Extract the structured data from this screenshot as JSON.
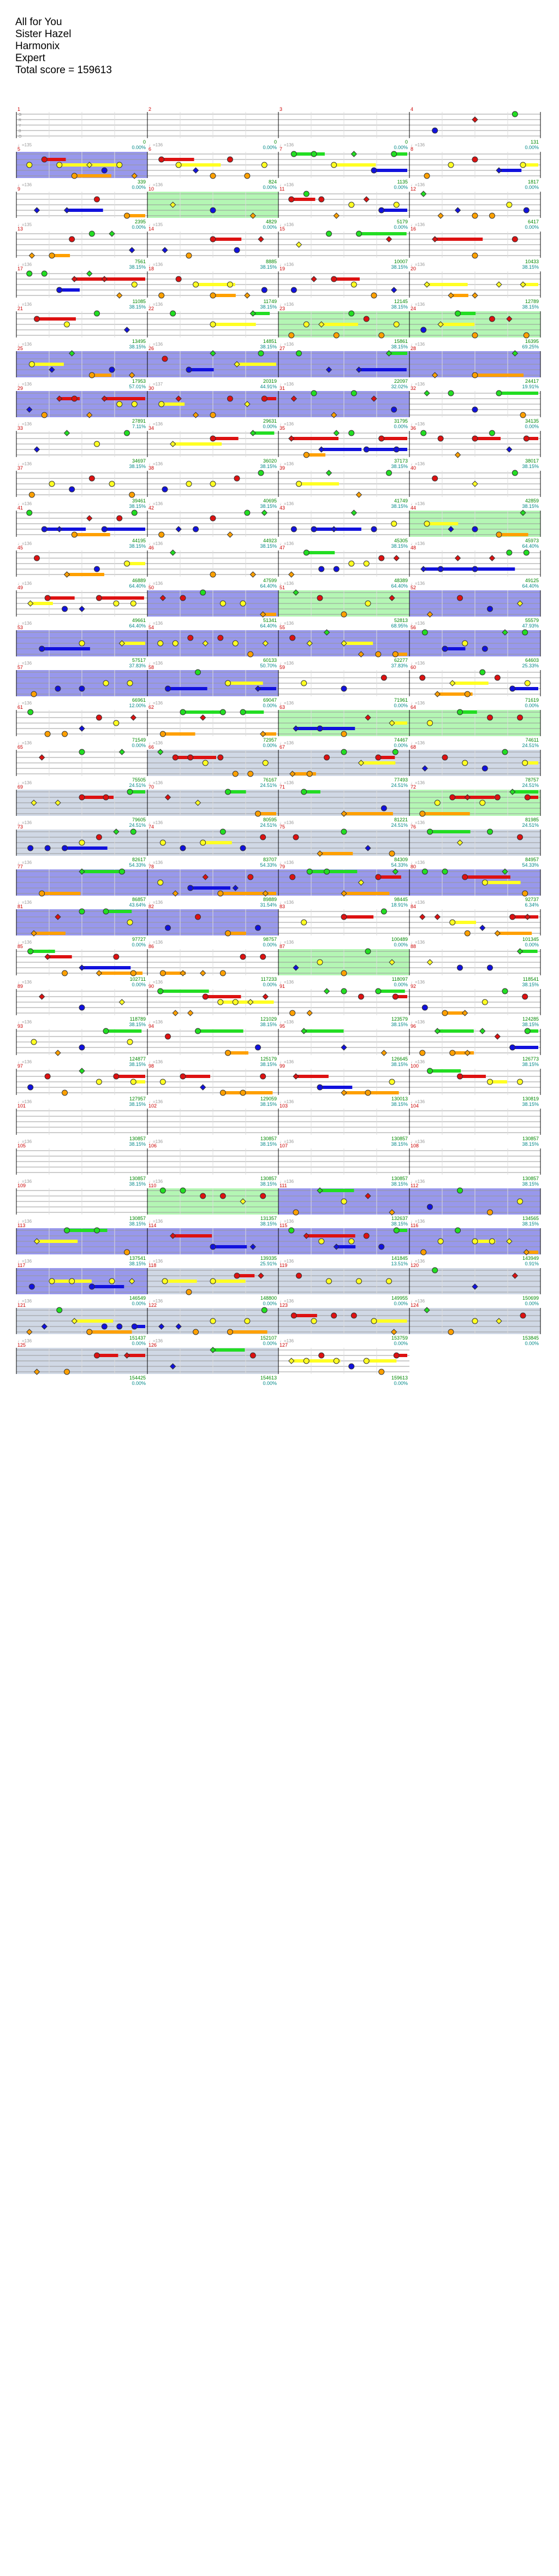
{
  "header": {
    "song_title": "All for You",
    "artist": "Sister Hazel",
    "charter": "Harmonix",
    "difficulty": "Expert",
    "total_score": "Total score = 159613"
  },
  "colors": {
    "green": "#22dd22",
    "red": "#dd1111",
    "yellow": "#ffff22",
    "blue": "#1111dd",
    "orange": "#ffa000",
    "starpower": "#77ee77",
    "overdrive": "#4444dd",
    "solo": "#aab8d0",
    "measure_number": "#cc0000",
    "score": "#008800",
    "percent": "#008888",
    "bpm": "#999999"
  },
  "fret_labels": [
    "G",
    "R",
    "Y",
    "B",
    "O"
  ],
  "measures": [
    {
      "num": "1",
      "score": "0",
      "pct": "0.00%",
      "bpm": ""
    },
    {
      "num": "2",
      "score": "0",
      "pct": "0.00%",
      "bpm": ""
    },
    {
      "num": "3",
      "score": "0",
      "pct": "0.00%",
      "bpm": ""
    },
    {
      "num": "4",
      "score": "131",
      "pct": "0.00%",
      "bpm": ""
    },
    {
      "num": "5",
      "score": "339",
      "pct": "0.00%",
      "bpm": "♩=135"
    },
    {
      "num": "6",
      "score": "824",
      "pct": "0.00%",
      "bpm": "♩=136"
    },
    {
      "num": "7",
      "score": "1135",
      "pct": "0.00%",
      "bpm": "♩=136"
    },
    {
      "num": "8",
      "score": "1817",
      "pct": "0.00%",
      "bpm": "♩=136"
    },
    {
      "num": "9",
      "score": "2395",
      "pct": "0.00%",
      "bpm": "♩=136"
    },
    {
      "num": "10",
      "score": "4829",
      "pct": "0.00%",
      "bpm": "♩=136"
    },
    {
      "num": "11",
      "score": "5179",
      "pct": "0.00%",
      "bpm": "♩=136"
    },
    {
      "num": "12",
      "score": "6417",
      "pct": "0.00%",
      "bpm": "♩=136"
    },
    {
      "num": "13",
      "score": "7561",
      "pct": "38.15%",
      "bpm": "♩=135"
    },
    {
      "num": "14",
      "score": "8885",
      "pct": "38.15%",
      "bpm": "♩=135"
    },
    {
      "num": "15",
      "score": "10007",
      "pct": "38.15%",
      "bpm": "♩=136"
    },
    {
      "num": "16",
      "score": "10433",
      "pct": "38.15%",
      "bpm": "♩=136"
    },
    {
      "num": "17",
      "score": "11085",
      "pct": "38.15%",
      "bpm": "♩=136"
    },
    {
      "num": "18",
      "score": "11749",
      "pct": "38.15%",
      "bpm": "♩=136"
    },
    {
      "num": "19",
      "score": "12145",
      "pct": "38.15%",
      "bpm": "♩=136"
    },
    {
      "num": "20",
      "score": "12789",
      "pct": "38.15%",
      "bpm": "♩=136"
    },
    {
      "num": "21",
      "score": "13495",
      "pct": "38.15%",
      "bpm": "♩=136"
    },
    {
      "num": "22",
      "score": "14851",
      "pct": "38.15%",
      "bpm": "♩=136"
    },
    {
      "num": "23",
      "score": "15861",
      "pct": "38.15%",
      "bpm": "♩=136"
    },
    {
      "num": "24",
      "score": "16395",
      "pct": "69.25%",
      "bpm": "♩=136"
    },
    {
      "num": "25",
      "score": "17953",
      "pct": "57.01%",
      "bpm": "♩=136"
    },
    {
      "num": "26",
      "score": "20319",
      "pct": "44.91%",
      "bpm": "♩=136"
    },
    {
      "num": "27",
      "score": "22097",
      "pct": "32.02%",
      "bpm": "♩=136"
    },
    {
      "num": "28",
      "score": "24417",
      "pct": "19.91%",
      "bpm": "♩=136"
    },
    {
      "num": "29",
      "score": "27891",
      "pct": "7.11%",
      "bpm": "♩=136"
    },
    {
      "num": "30",
      "score": "29631",
      "pct": "0.00%",
      "bpm": "♩=137"
    },
    {
      "num": "31",
      "score": "31795",
      "pct": "0.00%",
      "bpm": "♩=136"
    },
    {
      "num": "32",
      "score": "34135",
      "pct": "0.00%",
      "bpm": "♩=136"
    },
    {
      "num": "33",
      "score": "34697",
      "pct": "38.15%",
      "bpm": "♩=136"
    },
    {
      "num": "34",
      "score": "36020",
      "pct": "38.15%",
      "bpm": "♩=136"
    },
    {
      "num": "35",
      "score": "37173",
      "pct": "38.15%",
      "bpm": "♩=136"
    },
    {
      "num": "36",
      "score": "38017",
      "pct": "38.15%",
      "bpm": "♩=136"
    },
    {
      "num": "37",
      "score": "39461",
      "pct": "38.15%",
      "bpm": "♩=136"
    },
    {
      "num": "38",
      "score": "40695",
      "pct": "38.15%",
      "bpm": "♩=136"
    },
    {
      "num": "39",
      "score": "41749",
      "pct": "38.15%",
      "bpm": "♩=136"
    },
    {
      "num": "40",
      "score": "42859",
      "pct": "38.15%",
      "bpm": "♩=136"
    },
    {
      "num": "41",
      "score": "44195",
      "pct": "38.15%",
      "bpm": "♩=136"
    },
    {
      "num": "42",
      "score": "44923",
      "pct": "38.15%",
      "bpm": "♩=136"
    },
    {
      "num": "43",
      "score": "45305",
      "pct": "38.15%",
      "bpm": "♩=136"
    },
    {
      "num": "44",
      "score": "45973",
      "pct": "64.40%",
      "bpm": "♩=136"
    },
    {
      "num": "45",
      "score": "46889",
      "pct": "64.40%",
      "bpm": "♩=136"
    },
    {
      "num": "46",
      "score": "47599",
      "pct": "64.40%",
      "bpm": "♩=136"
    },
    {
      "num": "47",
      "score": "48389",
      "pct": "64.40%",
      "bpm": "♩=136"
    },
    {
      "num": "48",
      "score": "49125",
      "pct": "64.40%",
      "bpm": "♩=136"
    },
    {
      "num": "49",
      "score": "49661",
      "pct": "64.40%",
      "bpm": "♩=136"
    },
    {
      "num": "50",
      "score": "51341",
      "pct": "64.40%",
      "bpm": "♩=136"
    },
    {
      "num": "51",
      "score": "52813",
      "pct": "68.95%",
      "bpm": "♩=136"
    },
    {
      "num": "52",
      "score": "55579",
      "pct": "47.93%",
      "bpm": "♩=136"
    },
    {
      "num": "53",
      "score": "57517",
      "pct": "37.83%",
      "bpm": "♩=136"
    },
    {
      "num": "54",
      "score": "60133",
      "pct": "50.70%",
      "bpm": "♩=136"
    },
    {
      "num": "55",
      "score": "62277",
      "pct": "37.83%",
      "bpm": "♩=136"
    },
    {
      "num": "56",
      "score": "64603",
      "pct": "25.33%",
      "bpm": "♩=136"
    },
    {
      "num": "57",
      "score": "66961",
      "pct": "12.00%",
      "bpm": "♩=136"
    },
    {
      "num": "58",
      "score": "69047",
      "pct": "0.00%",
      "bpm": "♩=136"
    },
    {
      "num": "59",
      "score": "71961",
      "pct": "0.00%",
      "bpm": "♩=136"
    },
    {
      "num": "60",
      "score": "71619",
      "pct": "0.00%",
      "bpm": "♩=136"
    },
    {
      "num": "61",
      "score": "71549",
      "pct": "0.00%",
      "bpm": "♩=136"
    },
    {
      "num": "62",
      "score": "72957",
      "pct": "0.00%",
      "bpm": "♩=136"
    },
    {
      "num": "63",
      "score": "74467",
      "pct": "0.00%",
      "bpm": "♩=136"
    },
    {
      "num": "64",
      "score": "74611",
      "pct": "24.51%",
      "bpm": "♩=136"
    },
    {
      "num": "65",
      "score": "75505",
      "pct": "24.51%",
      "bpm": "♩=136"
    },
    {
      "num": "66",
      "score": "76167",
      "pct": "24.51%",
      "bpm": "♩=136"
    },
    {
      "num": "67",
      "score": "77493",
      "pct": "24.51%",
      "bpm": "♩=136"
    },
    {
      "num": "68",
      "score": "78757",
      "pct": "24.51%",
      "bpm": "♩=136"
    },
    {
      "num": "69",
      "score": "79605",
      "pct": "24.51%",
      "bpm": "♩=136"
    },
    {
      "num": "70",
      "score": "80595",
      "pct": "24.51%",
      "bpm": "♩=136"
    },
    {
      "num": "71",
      "score": "81221",
      "pct": "24.51%",
      "bpm": "♩=136"
    },
    {
      "num": "72",
      "score": "81985",
      "pct": "24.51%",
      "bpm": "♩=136"
    },
    {
      "num": "73",
      "score": "82617",
      "pct": "54.33%",
      "bpm": "♩=136"
    },
    {
      "num": "74",
      "score": "83707",
      "pct": "54.33%",
      "bpm": "♩=136"
    },
    {
      "num": "75",
      "score": "84309",
      "pct": "54.33%",
      "bpm": "♩=136"
    },
    {
      "num": "76",
      "score": "84957",
      "pct": "54.33%",
      "bpm": "♩=136"
    },
    {
      "num": "77",
      "score": "86857",
      "pct": "43.64%",
      "bpm": "♩=136"
    },
    {
      "num": "78",
      "score": "89889",
      "pct": "31.54%",
      "bpm": "♩=136"
    },
    {
      "num": "79",
      "score": "98445",
      "pct": "18.91%",
      "bpm": "♩=136"
    },
    {
      "num": "80",
      "score": "92737",
      "pct": "6.34%",
      "bpm": "♩=136"
    },
    {
      "num": "81",
      "score": "97727",
      "pct": "0.00%",
      "bpm": "♩=136"
    },
    {
      "num": "82",
      "score": "98757",
      "pct": "0.00%",
      "bpm": "♩=136"
    },
    {
      "num": "83",
      "score": "100489",
      "pct": "0.00%",
      "bpm": "♩=136"
    },
    {
      "num": "84",
      "score": "101345",
      "pct": "0.00%",
      "bpm": "♩=136"
    },
    {
      "num": "85",
      "score": "102711",
      "pct": "0.00%",
      "bpm": "♩=136"
    },
    {
      "num": "86",
      "score": "117233",
      "pct": "0.00%",
      "bpm": "♩=136"
    },
    {
      "num": "87",
      "score": "118097",
      "pct": "0.00%",
      "bpm": "♩=136"
    },
    {
      "num": "88",
      "score": "118541",
      "pct": "38.15%",
      "bpm": "♩=136"
    },
    {
      "num": "89",
      "score": "118789",
      "pct": "38.15%",
      "bpm": "♩=136"
    },
    {
      "num": "90",
      "score": "121029",
      "pct": "38.15%",
      "bpm": "♩=136"
    },
    {
      "num": "91",
      "score": "123579",
      "pct": "38.15%",
      "bpm": "♩=136"
    },
    {
      "num": "92",
      "score": "124285",
      "pct": "38.15%",
      "bpm": "♩=136"
    },
    {
      "num": "93",
      "score": "124877",
      "pct": "38.15%",
      "bpm": "♩=136"
    },
    {
      "num": "94",
      "score": "125179",
      "pct": "38.15%",
      "bpm": "♩=136"
    },
    {
      "num": "95",
      "score": "126645",
      "pct": "38.15%",
      "bpm": "♩=136"
    },
    {
      "num": "96",
      "score": "126773",
      "pct": "38.15%",
      "bpm": "♩=136"
    },
    {
      "num": "97",
      "score": "127957",
      "pct": "38.15%",
      "bpm": "♩=136"
    },
    {
      "num": "98",
      "score": "129059",
      "pct": "38.15%",
      "bpm": "♩=136"
    },
    {
      "num": "99",
      "score": "130013",
      "pct": "38.15%",
      "bpm": "♩=136"
    },
    {
      "num": "100",
      "score": "130819",
      "pct": "38.15%",
      "bpm": "♩=136"
    },
    {
      "num": "101",
      "score": "130857",
      "pct": "38.15%",
      "bpm": "♩=136"
    },
    {
      "num": "102",
      "score": "130857",
      "pct": "38.15%",
      "bpm": "♩=136"
    },
    {
      "num": "103",
      "score": "130857",
      "pct": "38.15%",
      "bpm": "♩=136"
    },
    {
      "num": "104",
      "score": "130857",
      "pct": "38.15%",
      "bpm": "♩=136"
    },
    {
      "num": "105",
      "score": "130857",
      "pct": "38.15%",
      "bpm": "♩=136"
    },
    {
      "num": "106",
      "score": "130857",
      "pct": "38.15%",
      "bpm": "♩=136"
    },
    {
      "num": "107",
      "score": "130857",
      "pct": "38.15%",
      "bpm": "♩=136"
    },
    {
      "num": "108",
      "score": "130857",
      "pct": "38.15%",
      "bpm": "♩=136"
    },
    {
      "num": "109",
      "score": "130857",
      "pct": "38.15%",
      "bpm": "♩=136"
    },
    {
      "num": "110",
      "score": "131357",
      "pct": "38.15%",
      "bpm": "♩=136"
    },
    {
      "num": "111",
      "score": "132637",
      "pct": "38.15%",
      "bpm": "♩=136"
    },
    {
      "num": "112",
      "score": "134565",
      "pct": "38.15%",
      "bpm": "♩=136"
    },
    {
      "num": "113",
      "score": "137541",
      "pct": "38.15%",
      "bpm": "♩=136"
    },
    {
      "num": "114",
      "score": "139335",
      "pct": "25.91%",
      "bpm": "♩=136"
    },
    {
      "num": "115",
      "score": "141845",
      "pct": "13.51%",
      "bpm": "♩=136"
    },
    {
      "num": "116",
      "score": "143949",
      "pct": "0.91%",
      "bpm": "♩=136"
    },
    {
      "num": "117",
      "score": "146549",
      "pct": "0.00%",
      "bpm": "♩=136"
    },
    {
      "num": "118",
      "score": "148800",
      "pct": "0.00%",
      "bpm": "♩=136"
    },
    {
      "num": "119",
      "score": "149955",
      "pct": "0.00%",
      "bpm": "♩=136"
    },
    {
      "num": "120",
      "score": "150699",
      "pct": "0.00%",
      "bpm": "♩=136"
    },
    {
      "num": "121",
      "score": "151437",
      "pct": "0.00%",
      "bpm": "♩=136"
    },
    {
      "num": "122",
      "score": "152107",
      "pct": "0.00%",
      "bpm": "♩=136"
    },
    {
      "num": "123",
      "score": "153759",
      "pct": "0.00%",
      "bpm": "♩=136"
    },
    {
      "num": "124",
      "score": "153845",
      "pct": "0.00%",
      "bpm": "♩=136"
    },
    {
      "num": "125",
      "score": "154425",
      "pct": "0.00%",
      "bpm": "♩=136"
    },
    {
      "num": "126",
      "score": "154613",
      "pct": "0.00%",
      "bpm": "♩=136"
    },
    {
      "num": "127",
      "score": "159613",
      "pct": "0.00%",
      "bpm": "♩=136"
    }
  ]
}
